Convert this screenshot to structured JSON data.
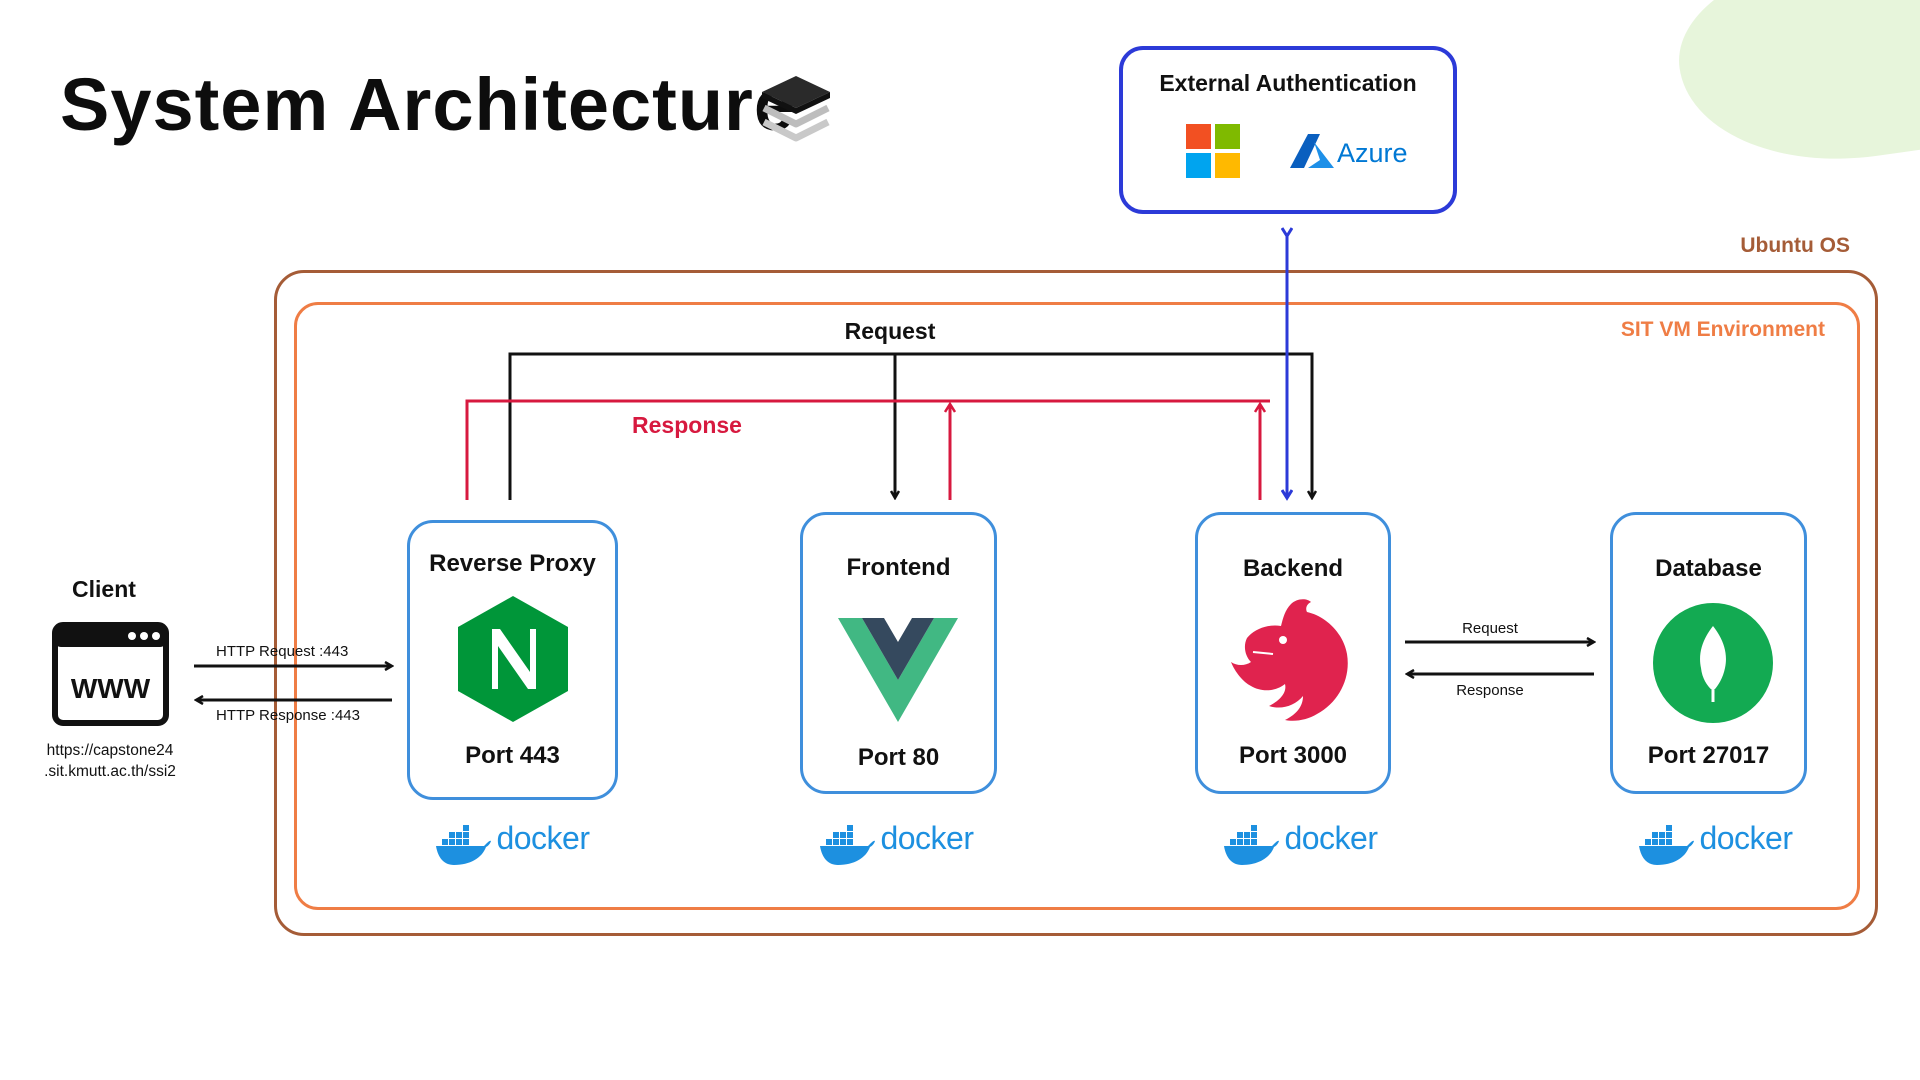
{
  "page": {
    "title": "System Architecture"
  },
  "ubuntu": {
    "label": "Ubuntu OS"
  },
  "vm": {
    "label": "SIT VM Environment"
  },
  "external_auth": {
    "title": "External Authentication",
    "azure_text": "Azure"
  },
  "flows": {
    "request": "Request",
    "response": "Response",
    "http_request": "HTTP Request :443",
    "http_response": "HTTP Response :443",
    "db_request": "Request",
    "db_response": "Response"
  },
  "client": {
    "label": "Client",
    "www": "WWW",
    "url_line1": "https://capstone24",
    "url_line2": ".sit.kmutt.ac.th/ssi2"
  },
  "services": [
    {
      "name": "Reverse Proxy",
      "port": "Port 443",
      "logo": "nginx-icon"
    },
    {
      "name": "Frontend",
      "port": "Port 80",
      "logo": "vue-icon"
    },
    {
      "name": "Backend",
      "port": "Port 3000",
      "logo": "nestjs-icon"
    },
    {
      "name": "Database",
      "port": "Port 27017",
      "logo": "mongodb-icon"
    }
  ],
  "docker_text": "docker",
  "colors": {
    "ubuntu": "#a55c37",
    "vm": "#ef7d45",
    "auth": "#2c3ad8",
    "response": "#d7193f",
    "service_border": "#3f8fdc",
    "docker": "#1d90e0",
    "nginx": "#009639",
    "vue_green": "#41b883",
    "vue_dark": "#35495e",
    "nestjs": "#e0234e",
    "mongodb": "#13aa52"
  }
}
